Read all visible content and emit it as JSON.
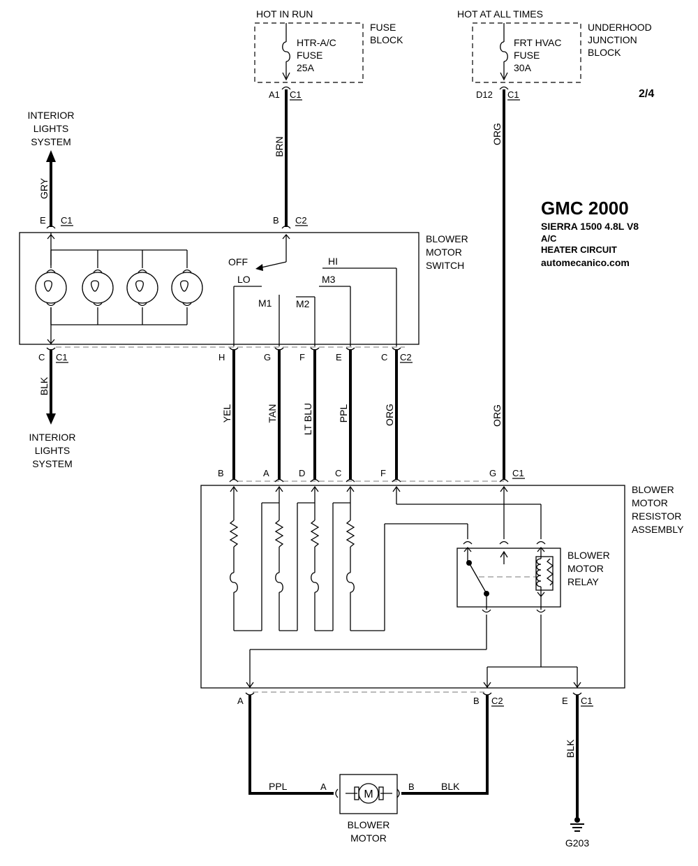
{
  "header": {
    "title": "GMC 2000",
    "vehicle": "SIERRA 1500  4.8L  V8",
    "system": "A/C",
    "circuit": "HEATER CIRCUIT",
    "site": "automecanico.com",
    "page": "2/4"
  },
  "power": {
    "left": {
      "source": "HOT IN RUN",
      "fuse_name": "HTR-A/C",
      "fuse_word": "FUSE",
      "fuse_rating": "25A",
      "block_line1": "FUSE",
      "block_line2": "BLOCK"
    },
    "right": {
      "source": "HOT AT ALL TIMES",
      "fuse_name": "FRT HVAC",
      "fuse_word": "FUSE",
      "fuse_rating": "30A",
      "block_line1": "UNDERHOOD",
      "block_line2": "JUNCTION",
      "block_line3": "BLOCK"
    }
  },
  "interior": {
    "top_line1": "INTERIOR",
    "top_line2": "LIGHTS",
    "top_line3": "SYSTEM",
    "bottom_line1": "INTERIOR",
    "bottom_line2": "LIGHTS",
    "bottom_line3": "SYSTEM"
  },
  "switch": {
    "line1": "BLOWER",
    "line2": "MOTOR",
    "line3": "SWITCH",
    "positions": {
      "off": "OFF",
      "lo": "LO",
      "m1": "M1",
      "m2": "M2",
      "m3": "M3",
      "hi": "HI"
    }
  },
  "resistor": {
    "line1": "BLOWER",
    "line2": "MOTOR",
    "line3": "RESISTOR",
    "line4": "ASSEMBLY"
  },
  "relay": {
    "line1": "BLOWER",
    "line2": "MOTOR",
    "line3": "RELAY"
  },
  "motor": {
    "symbol": "M",
    "line1": "BLOWER",
    "line2": "MOTOR"
  },
  "ground": {
    "name": "G203"
  },
  "wires": {
    "brn": "BRN",
    "org_top": "ORG",
    "gry": "GRY",
    "blk_interior": "BLK",
    "yel": "YEL",
    "tan": "TAN",
    "ltblu": "LT BLU",
    "ppl": "PPL",
    "org_sw": "ORG",
    "org_right": "ORG",
    "ppl_motor": "PPL",
    "blk_motor": "BLK",
    "blk_ground": "BLK"
  },
  "connectors": {
    "a1": "A1",
    "c1_fuse": "C1",
    "d12": "D12",
    "c1_junction": "C1",
    "sw_e": "E",
    "sw_c1_top": "C1",
    "sw_b": "B",
    "sw_c2_top": "C2",
    "sw_c": "C",
    "sw_c1_bot": "C1",
    "sw_h": "H",
    "sw_g": "G",
    "sw_f": "F",
    "sw_e2": "E",
    "sw_c2pin": "C",
    "sw_c2_bot": "C2",
    "r_b": "B",
    "r_a": "A",
    "r_d": "D",
    "r_c": "C",
    "r_f": "F",
    "r_g": "G",
    "r_c1": "C1",
    "bot_a": "A",
    "bot_b": "B",
    "bot_c2": "C2",
    "bot_e": "E",
    "bot_c1": "C1",
    "m_a": "A",
    "m_b": "B"
  }
}
